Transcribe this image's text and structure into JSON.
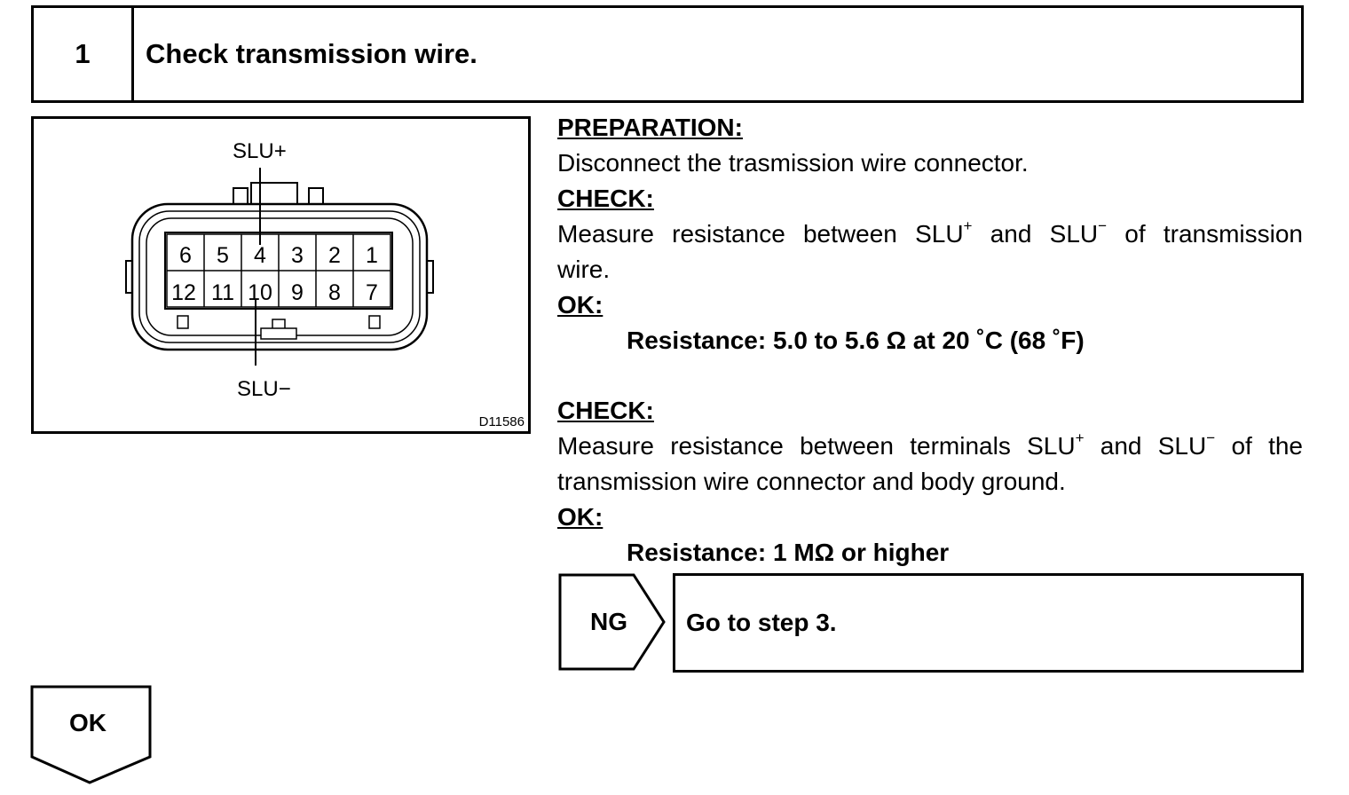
{
  "step": {
    "number": "1",
    "title": "Check transmission wire."
  },
  "figure": {
    "label_top": "SLU+",
    "label_bottom": "SLU−",
    "code": "D11586",
    "pins_row1": [
      "6",
      "5",
      "4",
      "3",
      "2",
      "1"
    ],
    "pins_row2": [
      "12",
      "11",
      "10",
      "9",
      "8",
      "7"
    ]
  },
  "instructions": {
    "prep_heading": "PREPARATION:",
    "prep_text": "Disconnect the trasmission wire connector.",
    "check1_heading": "CHECK:",
    "check1_line1_pre": "Measure resistance between SLU",
    "check1_line1_sup1": "+",
    "check1_line1_mid": " and SLU",
    "check1_line1_sup2": "−",
    "check1_line1_post": " of transmission",
    "check1_line2": "wire.",
    "ok1_heading": "OK:",
    "ok1_spec": "Resistance: 5.0 to 5.6 Ω at 20 ˚C (68 ˚F)",
    "check2_heading": "CHECK:",
    "check2_line1_pre": "Measure resistance between terminals SLU",
    "check2_line1_sup1": "+",
    "check2_line1_mid": " and SLU",
    "check2_line1_sup2": "−",
    "check2_line1_post": " of the",
    "check2_line2": "transmission wire connector and body ground.",
    "ok2_heading": "OK:",
    "ok2_spec": "Resistance: 1 MΩ or higher"
  },
  "flow": {
    "ng_label": "NG",
    "ng_action": "Go to step 3.",
    "ok_label": "OK"
  }
}
